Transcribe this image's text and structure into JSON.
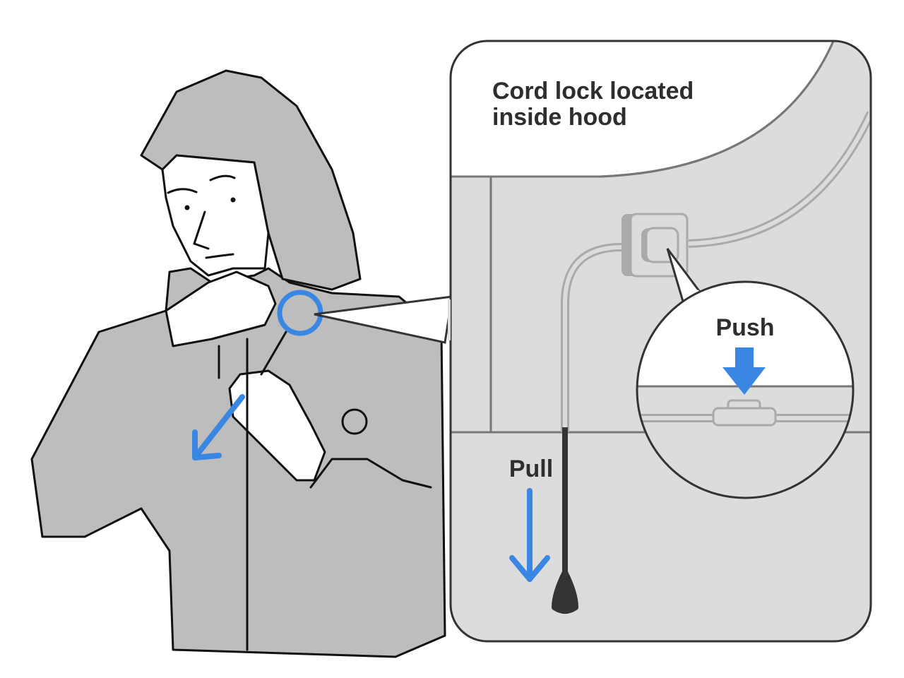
{
  "callout": {
    "title_line1": "Cord lock located",
    "title_line2": "inside hood",
    "push_label": "Push",
    "pull_label": "Pull"
  },
  "colors": {
    "accent": "#3a87e3",
    "jacket": "#bdbdbd",
    "panel": "#dcdcdc",
    "outline": "#333333"
  }
}
